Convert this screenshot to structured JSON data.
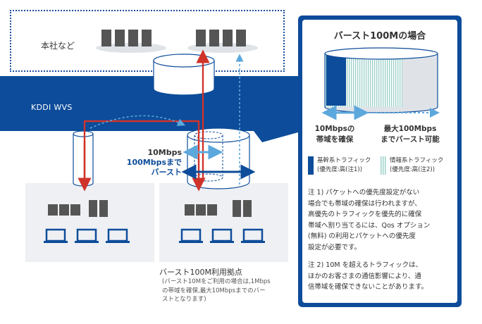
{
  "hq": {
    "label": "本社など"
  },
  "network": {
    "label": "KDDI WVS"
  },
  "burst": {
    "line1": "10Mbps",
    "line2": "100Mbpsまで",
    "line3": "バースト"
  },
  "site": {
    "title": "バースト100M利用拠点",
    "note_lines": [
      "(バースト10Mをご利用の場合は,1Mbps",
      "の帯域を確保,最大10Mbpsまでのバー",
      "ストとなります)"
    ]
  },
  "panel": {
    "title": "バースト100Mの場合",
    "guaranteed": {
      "line1": "10Mbpsの",
      "line2": "帯域を確保"
    },
    "max": {
      "line1": "最大100Mbps",
      "line2": "までバースト可能"
    },
    "legend": [
      {
        "line1": "基幹系トラフィック",
        "line2": "(優先度:高(注1))"
      },
      {
        "line1": "情報系トラフィック",
        "line2": "(優先度:高(注2))"
      }
    ],
    "note1": [
      "注 1) パケットへの優先度設定がない",
      "場合でも帯域の確保は行われますが、",
      "高優先のトラフィックを優先的に確保",
      "帯域へ割り当てるには、Qos オプション",
      "(無料) の利用とパケットへの優先度",
      "設定が必要です。"
    ],
    "note2": [
      "注 2) 10M を超えるトラフィックは、",
      "ほかのお客さまの通信影響により、通",
      "信帯域を確保できないことがあります。"
    ]
  },
  "colors": {
    "brand_blue": "#0d4c9a",
    "red": "#d0332a",
    "light_blue": "#5ca8dc",
    "site_bg": "#eef0f3"
  }
}
